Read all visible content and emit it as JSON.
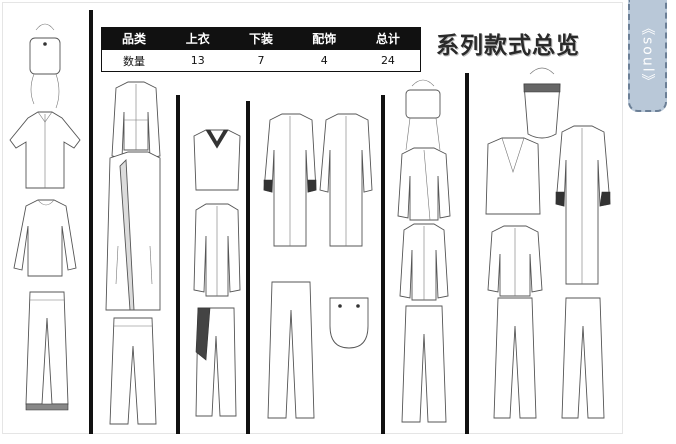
{
  "summary": {
    "headers": [
      "品类",
      "上衣",
      "下装",
      "配饰",
      "总计"
    ],
    "row_label": "数量",
    "counts": [
      "13",
      "7",
      "4",
      "24"
    ]
  },
  "title": "系列款式总览",
  "brand": "《soul》",
  "colors": {
    "bar": "#111111",
    "tab_fill": "#b9c8d8",
    "tab_border": "#6b7f96",
    "sketch_line": "#555555"
  }
}
